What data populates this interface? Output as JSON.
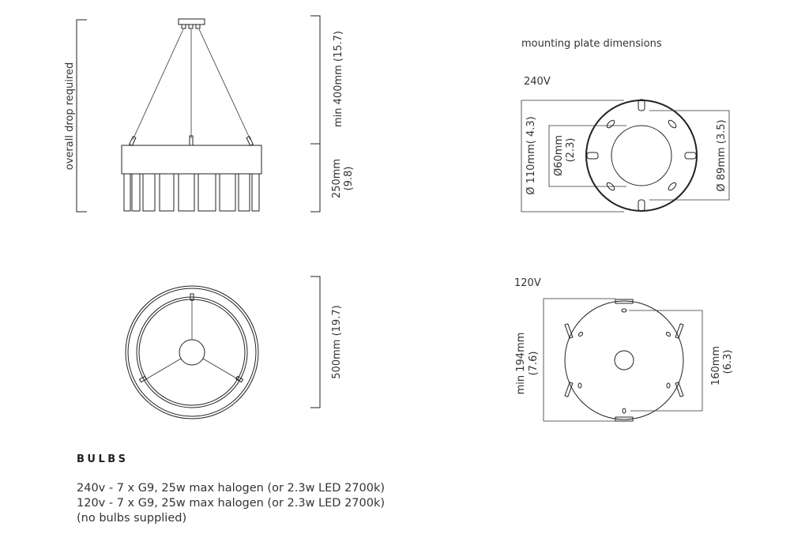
{
  "side_view": {
    "overall_drop_label": "overall drop required",
    "min_drop_label": "min  400mm (15.7)",
    "height_label_mm": "250mm",
    "height_label_in": "(9.8)"
  },
  "top_view": {
    "diameter_label": "500mm (19.7)"
  },
  "mounting": {
    "title": "mounting plate dimensions",
    "v240": {
      "label": "240V",
      "outer_label": "Ø 110mm( 4.3)",
      "inner_label_mm": "Ø60mm",
      "inner_label_in": "(2.3)",
      "screw_label": "Ø 89mm (3.5)"
    },
    "v120": {
      "label": "120V",
      "width_label_mm": "min 194mm",
      "width_label_in": "(7.6)",
      "screw_label_mm": "160mm",
      "screw_label_in": "(6.3)"
    }
  },
  "bulbs": {
    "heading": "BULBS",
    "lines": [
      "240v - 7 x G9, 25w max halogen (or 2.3w LED 2700k)",
      "120v - 7 x G9, 25w max halogen (or 2.3w LED 2700k)",
      "(no bulbs supplied)"
    ]
  }
}
